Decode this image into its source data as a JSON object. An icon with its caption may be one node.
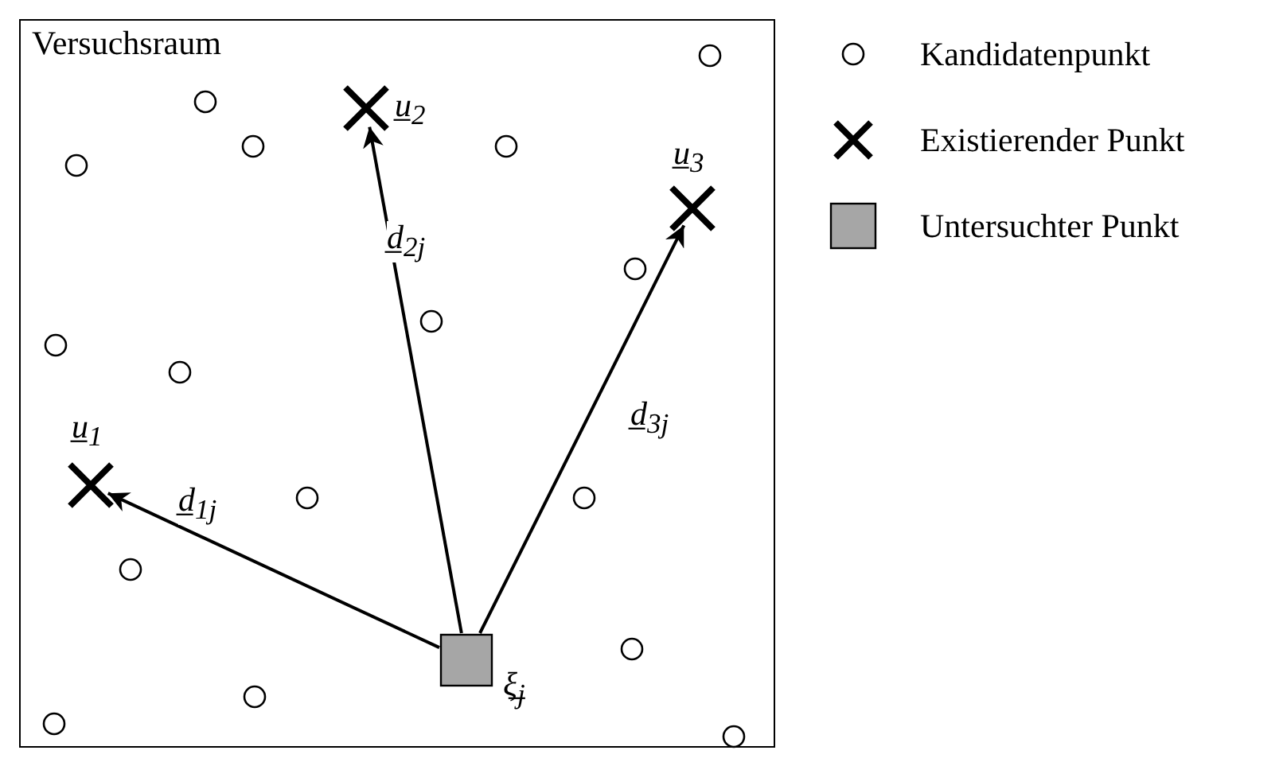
{
  "diagram": {
    "nodes": [
      {
        "text": [
          "Versuchsraum"
        ]
      },
      {
        "text": [],
        "shape": "circle",
        "in": 0
      },
      {
        "text": [],
        "shape": "circle",
        "in": 0
      },
      {
        "text": [],
        "shape": "cross",
        "in": 0,
        "beside": [
          "u̲$_{2}$"
        ]
      },
      {
        "text": [],
        "shape": "circle",
        "in": 0
      },
      {
        "text": [],
        "shape": "circle",
        "in": 0
      },
      {
        "text": [],
        "shape": "circle",
        "in": 0
      },
      {
        "text": [],
        "shape": "cross",
        "in": 0,
        "beside": [
          "u̲$_{3}$"
        ]
      },
      {
        "text": [],
        "shape": "circle",
        "in": 0
      },
      {
        "text": [],
        "shape": "circle",
        "in": 0
      },
      {
        "text": [],
        "shape": "circle",
        "in": 0
      },
      {
        "text": [],
        "shape": "circle",
        "in": 0
      },
      {
        "text": [],
        "shape": "cross",
        "in": 0,
        "beside": [
          "u̲$_{1}$"
        ]
      },
      {
        "text": [],
        "shape": "circle",
        "in": 0
      },
      {
        "text": [],
        "shape": "circle",
        "in": 0
      },
      {
        "text": [],
        "shape": "circle",
        "in": 0
      },
      {
        "text": [],
        "shape": "circle",
        "in": 0
      },
      {
        "text": [],
        "shape": "box",
        "in": 0,
        "beside": [
          "ξ̲$_{j}$"
        ]
      },
      {
        "text": [],
        "shape": "circle",
        "in": 0
      },
      {
        "text": [],
        "shape": "circle",
        "in": 0
      },
      {
        "text": [],
        "shape": "circle",
        "in": 0
      }
    ],
    "edges": [
      {
        "from": 17,
        "to": 12,
        "arrow": "to",
        "label": "d̲$_{1j}$"
      },
      {
        "from": 17,
        "to": 3,
        "arrow": "to",
        "label": "d̲$_{2j}$"
      },
      {
        "from": 17,
        "to": 7,
        "arrow": "to",
        "label": "d̲$_{3j}$"
      }
    ],
    "legend": [
      {
        "text": "Kandidatenpunkt"
      },
      {
        "text": "Existierender Punkt"
      },
      {
        "text": "Untersuchter Punkt"
      }
    ]
  }
}
